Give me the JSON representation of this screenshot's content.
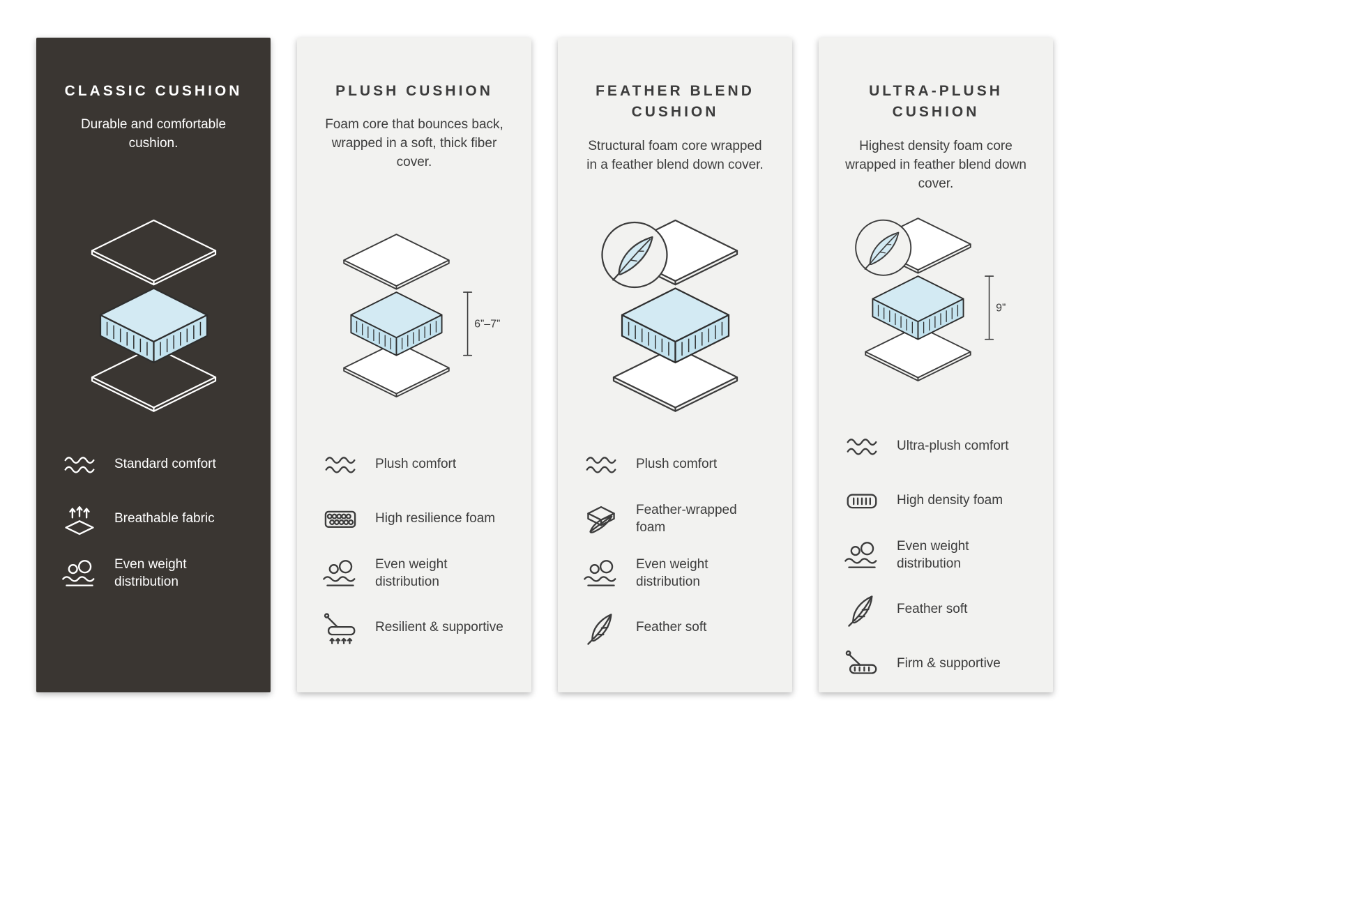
{
  "colors": {
    "dark_panel": "#3a3632",
    "light_panel": "#f2f2f0",
    "foam_top": "#d3eaf3",
    "foam_side": "#c4e3ef",
    "outline": "#2e2e2e",
    "text_light": "#ffffff",
    "text_dark": "#3c3c3c"
  },
  "columns": [
    {
      "id": "classic-cushion",
      "theme": "dark",
      "title": "CLASSIC CUSHION",
      "description": "Durable and comfortable cushion.",
      "diagram": {
        "feather_badge": false,
        "measurement": ""
      },
      "features": [
        {
          "icon": "waves",
          "label": "Standard comfort"
        },
        {
          "icon": "breathable",
          "label": "Breathable fabric"
        },
        {
          "icon": "weight",
          "label": "Even weight distribution"
        }
      ]
    },
    {
      "id": "plush-cushion",
      "theme": "light",
      "title": "PLUSH CUSHION",
      "description": "Foam core that bounces back, wrapped in a soft, thick fiber cover.",
      "diagram": {
        "feather_badge": false,
        "measurement": "6”–7”"
      },
      "features": [
        {
          "icon": "waves",
          "label": "Plush comfort"
        },
        {
          "icon": "resilience-foam",
          "label": "High resilience foam"
        },
        {
          "icon": "weight",
          "label": "Even weight distribution"
        },
        {
          "icon": "resilient",
          "label": "Resilient & supportive"
        }
      ]
    },
    {
      "id": "feather-blend-cushion",
      "theme": "light",
      "title": "FEATHER BLEND CUSHION",
      "description": "Structural foam core wrapped in a feather blend down cover.",
      "diagram": {
        "feather_badge": true,
        "measurement": ""
      },
      "features": [
        {
          "icon": "waves",
          "label": "Plush comfort"
        },
        {
          "icon": "feather-foam",
          "label": "Feather-wrapped foam"
        },
        {
          "icon": "weight",
          "label": "Even weight distribution"
        },
        {
          "icon": "feather",
          "label": "Feather soft"
        }
      ]
    },
    {
      "id": "ultra-plush-cushion",
      "theme": "light",
      "title": "ULTRA-PLUSH CUSHION",
      "description": "Highest density foam core wrapped in feather blend down cover.",
      "diagram": {
        "feather_badge": true,
        "measurement": "9”"
      },
      "features": [
        {
          "icon": "waves",
          "label": "Ultra-plush comfort"
        },
        {
          "icon": "density-foam",
          "label": "High density foam"
        },
        {
          "icon": "weight",
          "label": "Even weight distribution"
        },
        {
          "icon": "feather",
          "label": "Feather soft"
        },
        {
          "icon": "firm",
          "label": "Firm & supportive"
        }
      ]
    }
  ]
}
